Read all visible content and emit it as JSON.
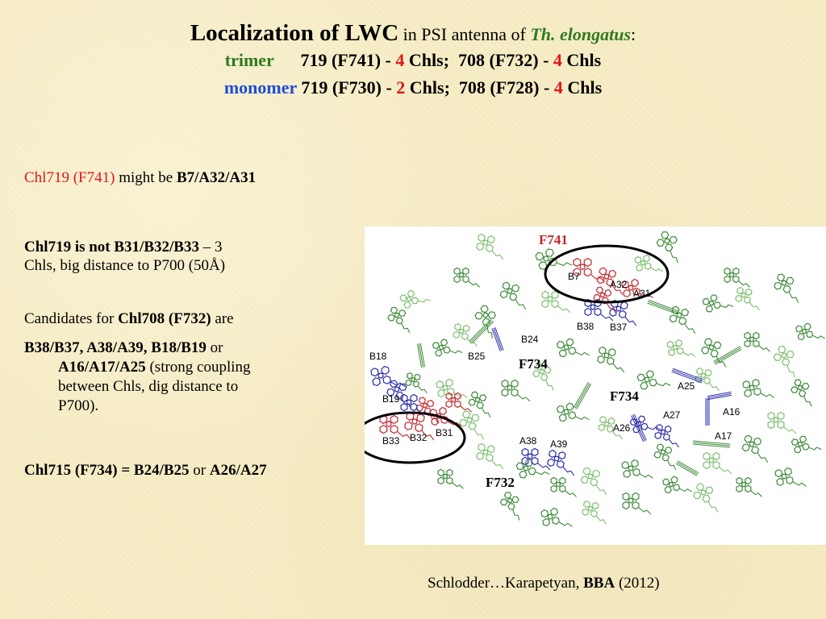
{
  "title": {
    "main_bold": "Localization of LWC",
    "main_rest": " in PSI antenna of ",
    "species": "Th. elongatus",
    "colon": ":",
    "trimer_label": "trimer",
    "trimer_a": "      719 (F741) - ",
    "trimer_a_num": "4",
    "trimer_b": " Chls;  708 (F732) - ",
    "trimer_b_num": "4",
    "trimer_c": " Chls",
    "monomer_label": "monomer",
    "monomer_a": " 719 (F730) - ",
    "monomer_a_num": "2",
    "monomer_b": " Chls;  708 (F728) - ",
    "monomer_b_num": "4",
    "monomer_c": " Chls"
  },
  "body": {
    "p1_red": "Chl719 (F741)",
    "p1_mid": " might be ",
    "p1_bold": "B7/A32/A31",
    "p2_bold": "Chl719 is not B31/B32/B33",
    "p2_rest": " – 3",
    "p2_line2": "Chls, big distance to P700 (50Å)",
    "p3_a": "Candidates for ",
    "p3_bold": "Chl708 (F732)",
    "p3_c": " are",
    "p4_bold1": "B38/B37, A38/A39, B18/B19",
    "p4_or": " or",
    "p4_bold2": "A16/A17/A25",
    "p4_rest1": " (strong coupling",
    "p4_rest2": "between Chls, dig distance to",
    "p4_rest3": "P700).",
    "p5_bold1": "Chl715 (F734) = B24/B25",
    "p5_or": " or ",
    "p5_bold2": "A26/A27"
  },
  "figure": {
    "labels": {
      "f741": "F741",
      "f734_a": "F734",
      "f734_b": "F734",
      "f732": "F732"
    },
    "residues": {
      "b7": "B7",
      "a32": "A32",
      "a31": "A31",
      "b38": "B38",
      "b37": "B37",
      "b24": "B24",
      "b25": "B25",
      "b18": "B18",
      "b19": "B19",
      "b33": "B33",
      "b32": "B32",
      "b31": "B31",
      "a38": "A38",
      "a39": "A39",
      "a25": "A25",
      "a16": "A16",
      "a26": "A26",
      "a27": "A27",
      "a17": "A17"
    },
    "colors": {
      "red": "#c0282d",
      "blue": "#2b2fa8",
      "green": "#3e8a3a",
      "light_green": "#7fbf70"
    }
  },
  "citation": {
    "authors": "Schlodder…Karapetyan, ",
    "journal": "BBA",
    "year": " (2012)"
  }
}
